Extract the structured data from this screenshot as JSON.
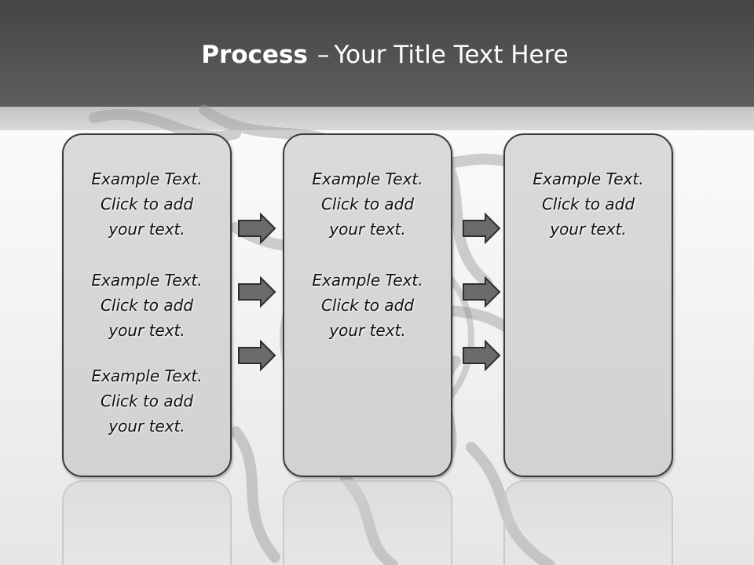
{
  "title": {
    "bold": "Process",
    "separator": "–",
    "rest": "Your Title Text Here"
  },
  "columns": [
    {
      "blocks": [
        {
          "line1": "Example Text.",
          "line2": "Click  to add",
          "line3": "your text."
        },
        {
          "line1": "Example Text.",
          "line2": "Click  to add",
          "line3": "your text."
        },
        {
          "line1": "Example Text.",
          "line2": "Click  to add",
          "line3": "your text."
        }
      ]
    },
    {
      "blocks": [
        {
          "line1": "Example Text.",
          "line2": "Click  to add",
          "line3": "your text."
        },
        {
          "line1": "Example Text.",
          "line2": "Click  to add",
          "line3": "your text."
        }
      ]
    },
    {
      "blocks": [
        {
          "line1": "Example Text.",
          "line2": "Click  to add",
          "line3": "your text."
        }
      ]
    }
  ],
  "colors": {
    "header": "#4f4f4f",
    "box_fill": "#d6d6d6",
    "box_border": "#3a3a3a",
    "arrow": "#6b6b6b"
  },
  "icons": {
    "arrow": "right-arrow-icon"
  }
}
